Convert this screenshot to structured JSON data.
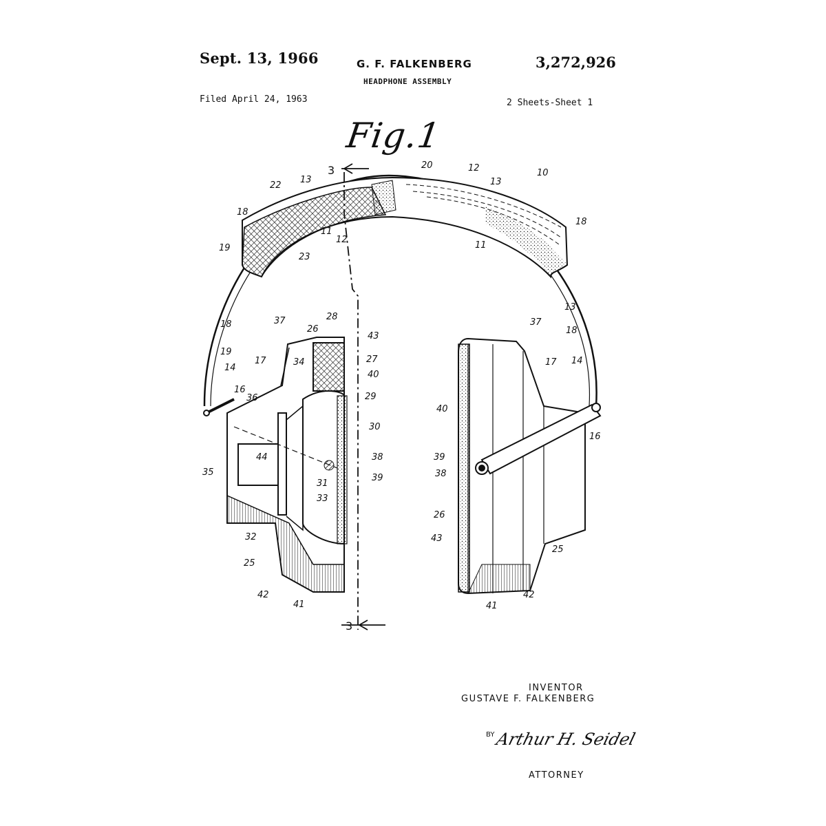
{
  "header": {
    "date": "Sept. 13, 1966",
    "inventor": "G. F. FALKENBERG",
    "title": "HEADPHONE ASSEMBLY",
    "patent_number": "3,272,926",
    "filed": "Filed April 24, 1963",
    "sheets": "2 Sheets-Sheet 1"
  },
  "figure": {
    "label": "Fig.1",
    "section_marks": [
      "3",
      "3"
    ],
    "reference_numerals": {
      "r10": "10",
      "r11a": "11",
      "r11b": "11",
      "r12a": "12",
      "r12b": "12",
      "r13a": "13",
      "r13b": "13",
      "r13c": "13",
      "r14a": "14",
      "r14b": "14",
      "r16a": "16",
      "r16b": "16",
      "r17a": "17",
      "r17b": "17",
      "r18a": "18",
      "r18b": "18",
      "r18c": "18",
      "r18d": "18",
      "r19a": "19",
      "r19b": "19",
      "r20": "20",
      "r22": "22",
      "r23": "23",
      "r25a": "25",
      "r25b": "25",
      "r26a": "26",
      "r26b": "26",
      "r27": "27",
      "r28": "28",
      "r29": "29",
      "r30": "30",
      "r31": "31",
      "r32": "32",
      "r33": "33",
      "r34": "34",
      "r35": "35",
      "r36": "36",
      "r37a": "37",
      "r37b": "37",
      "r38a": "38",
      "r38b": "38",
      "r39a": "39",
      "r39b": "39",
      "r40a": "40",
      "r40b": "40",
      "r41a": "41",
      "r41b": "41",
      "r42a": "42",
      "r42b": "42",
      "r43a": "43",
      "r43b": "43",
      "r44": "44"
    }
  },
  "footer": {
    "inventor_role": "INVENTOR",
    "inventor_name": "GUSTAVE F. FALKENBERG",
    "by": "BY",
    "signature": "Arthur H. Seidel",
    "attorney_role": "ATTORNEY"
  },
  "colors": {
    "ink": "#111111",
    "paper": "#ffffff"
  }
}
